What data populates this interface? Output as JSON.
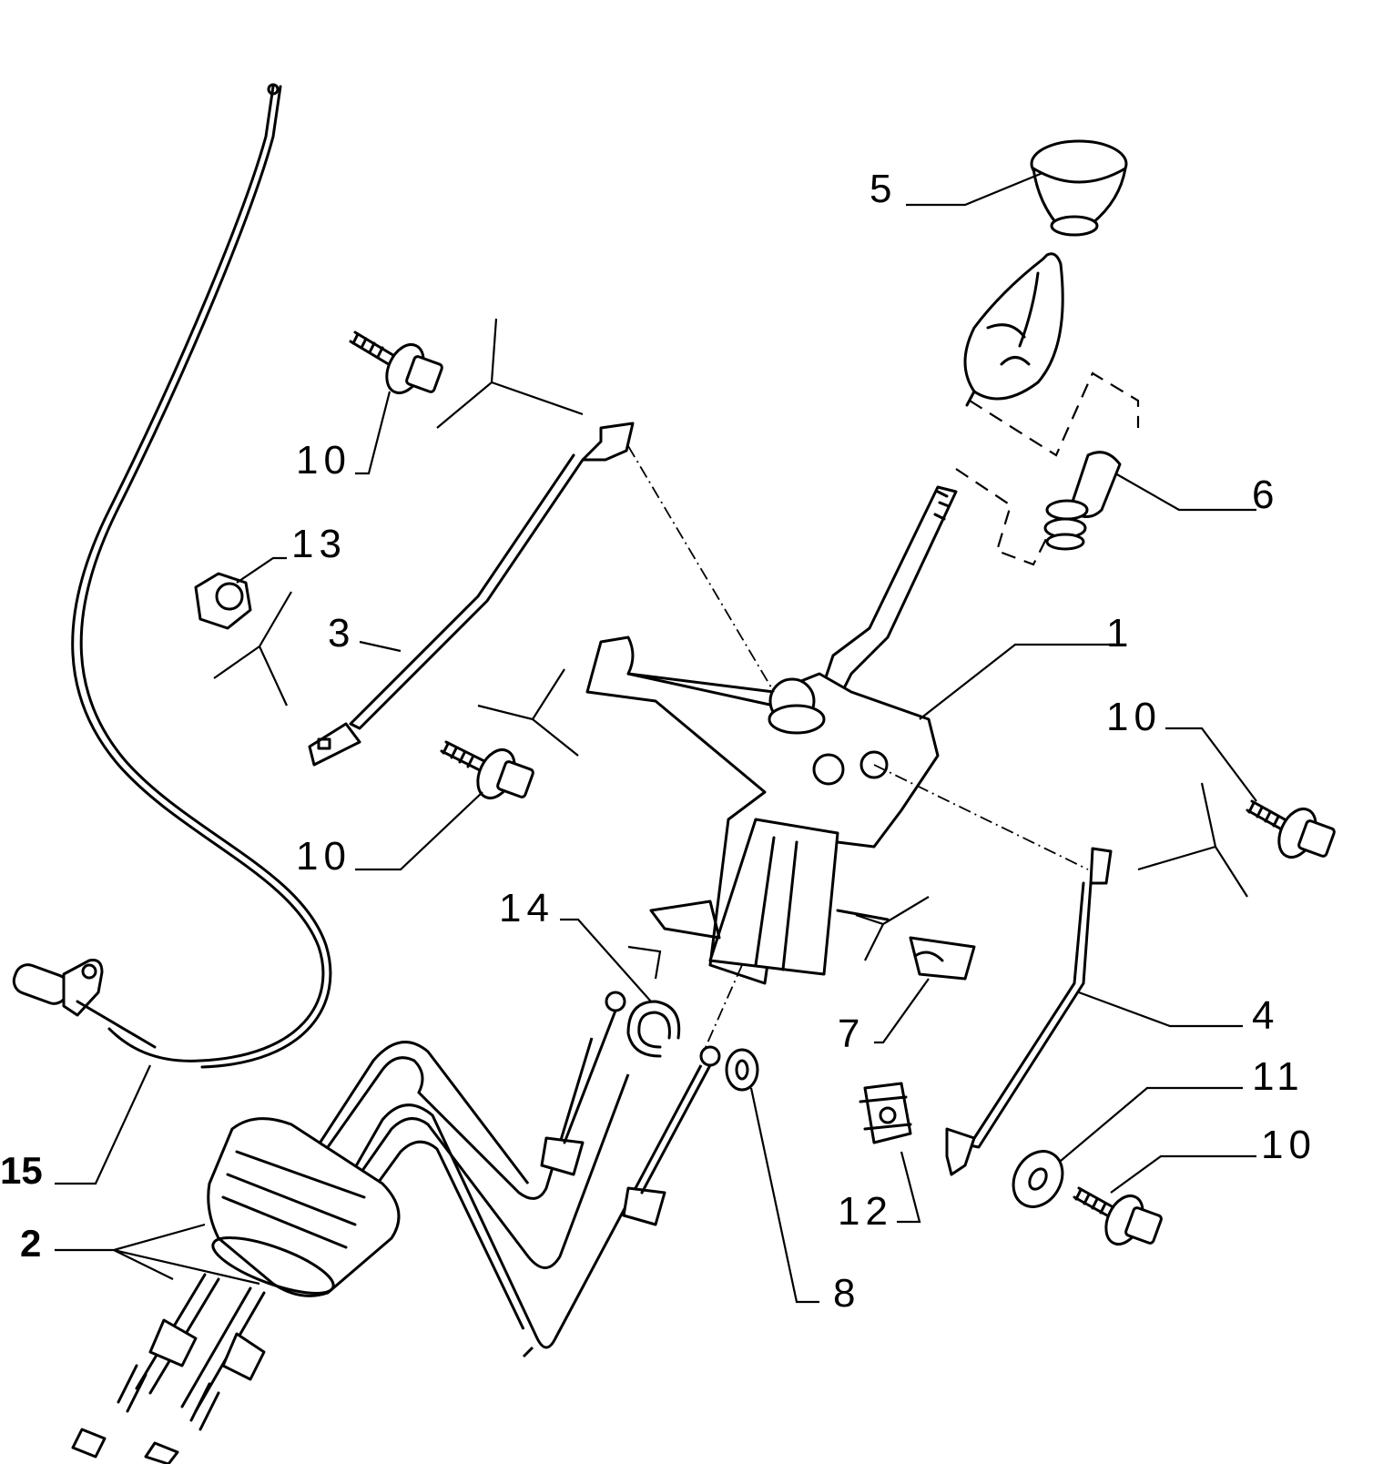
{
  "callouts": {
    "c1": "1",
    "c2": "2",
    "c3": "3",
    "c4": "4",
    "c5": "5",
    "c6": "6",
    "c7": "7",
    "c8": "8",
    "c10a": "10",
    "c10b": "10",
    "c10c": "10",
    "c10d": "10",
    "c11": "11",
    "c12": "12",
    "c13": "13",
    "c14": "14",
    "c15": "15"
  }
}
